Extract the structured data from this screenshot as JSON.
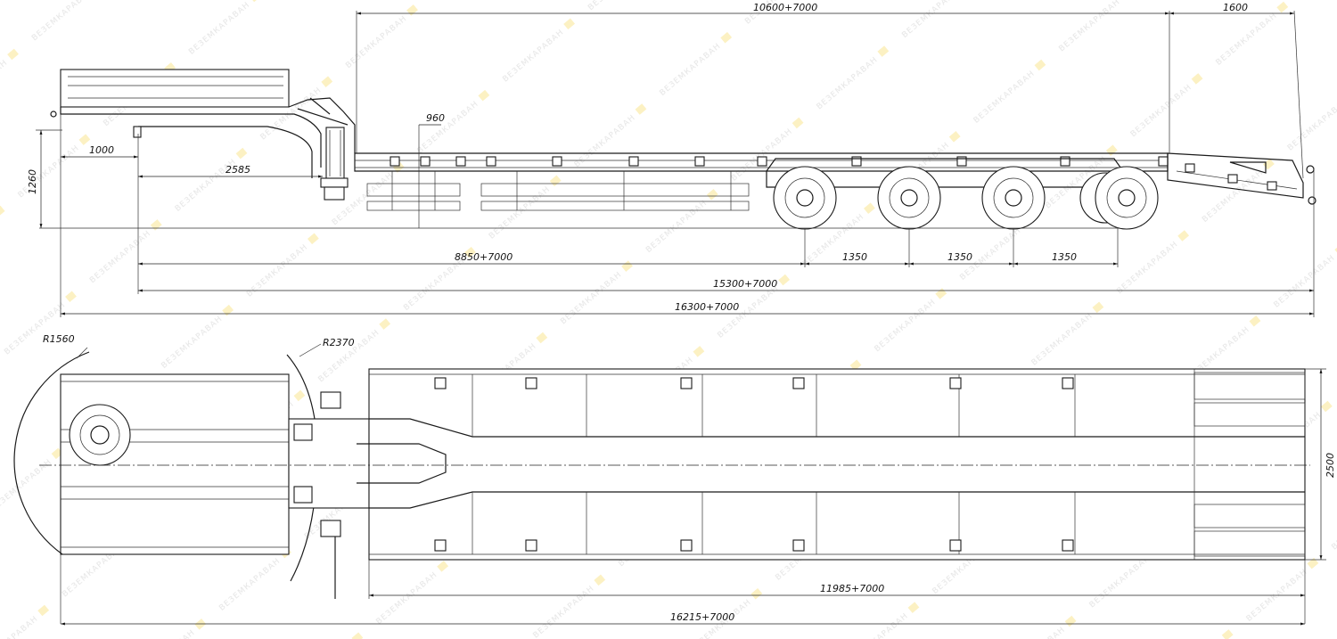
{
  "side_view": {
    "dims": {
      "deck_length": "10600+7000",
      "ramp_length": "1600",
      "deck_height": "960",
      "kingpin_offset": "1000",
      "gooseneck_height": "1260",
      "gooseneck_to_support": "2585",
      "support_to_axle1": "8850+7000",
      "axle_spacing_1": "1350",
      "axle_spacing_2": "1350",
      "axle_spacing_3": "1350",
      "kingpin_to_rear": "15300+7000",
      "overall_length": "16300+7000"
    }
  },
  "top_view": {
    "dims": {
      "front_radius": "R1560",
      "turning_radius": "R2370",
      "overall_width": "2500",
      "deck_length": "11985+7000",
      "overall_length": "16215+7000"
    }
  },
  "watermark": {
    "text": "ВЕЗЕМКАРАВАН.РФ",
    "color": "#f2c200"
  }
}
